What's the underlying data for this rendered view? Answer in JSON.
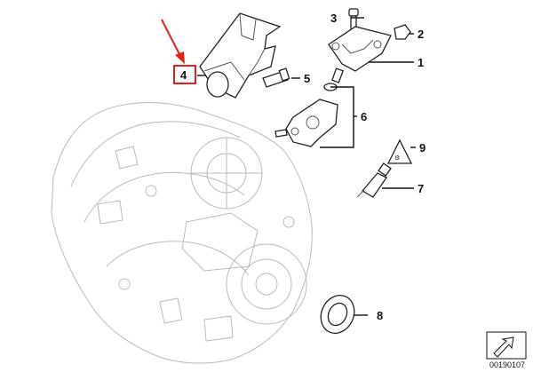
{
  "callouts": [
    {
      "id": "1",
      "label": "1"
    },
    {
      "id": "2",
      "label": "2"
    },
    {
      "id": "3",
      "label": "3"
    },
    {
      "id": "4",
      "label": "4"
    },
    {
      "id": "5",
      "label": "5"
    },
    {
      "id": "6",
      "label": "6"
    },
    {
      "id": "7",
      "label": "7"
    },
    {
      "id": "8",
      "label": "8"
    },
    {
      "id": "9",
      "label": "9"
    }
  ],
  "highlight": {
    "callout": "4",
    "color": "#e8201a"
  },
  "diagram_id": "00190107",
  "colors": {
    "line": "#111111",
    "ghost": "#bbbbbb",
    "accent": "#e8201a"
  }
}
